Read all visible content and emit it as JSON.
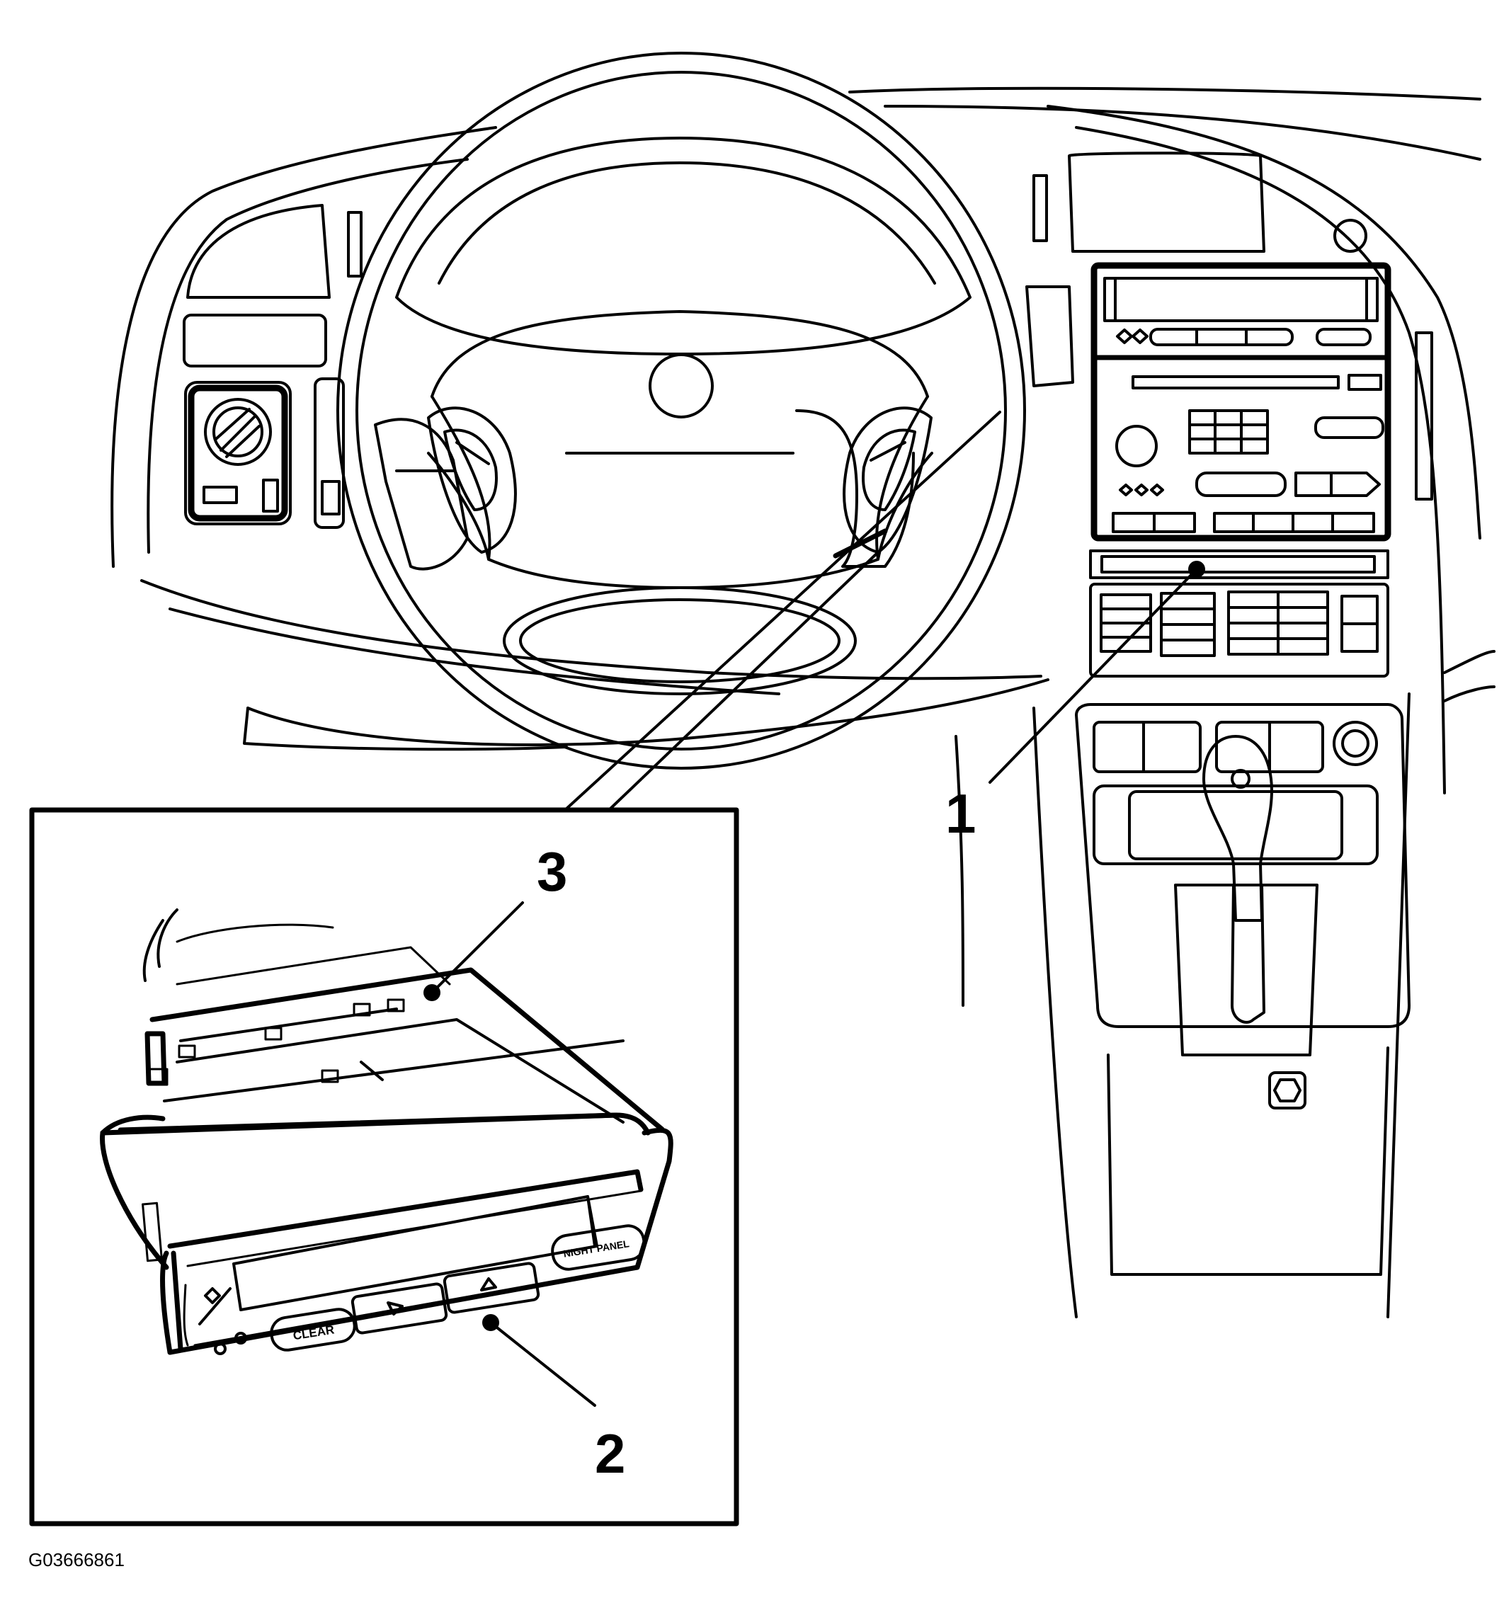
{
  "callouts": {
    "one": "1",
    "two": "2",
    "three": "3"
  },
  "display_unit": {
    "clear_label": "CLEAR",
    "night_panel_label": "NIGHT PANEL"
  },
  "figure_id": "G03666861",
  "colors": {
    "line": "#000000",
    "background": "#ffffff"
  }
}
